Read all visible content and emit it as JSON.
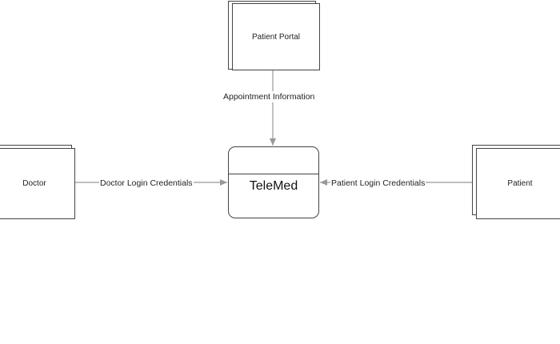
{
  "diagram": {
    "process": {
      "label": "TeleMed"
    },
    "entities": {
      "patient_portal": "Patient Portal",
      "doctor": "Doctor",
      "patient": "Patient"
    },
    "flows": {
      "appointment_information": "Appointment Information",
      "doctor_login_credentials": "Doctor Login Credentials",
      "patient_login_credentials": "Patient Login Credentials"
    },
    "colors": {
      "line": "#999999",
      "border": "#444444",
      "background": "#ffffff"
    }
  }
}
